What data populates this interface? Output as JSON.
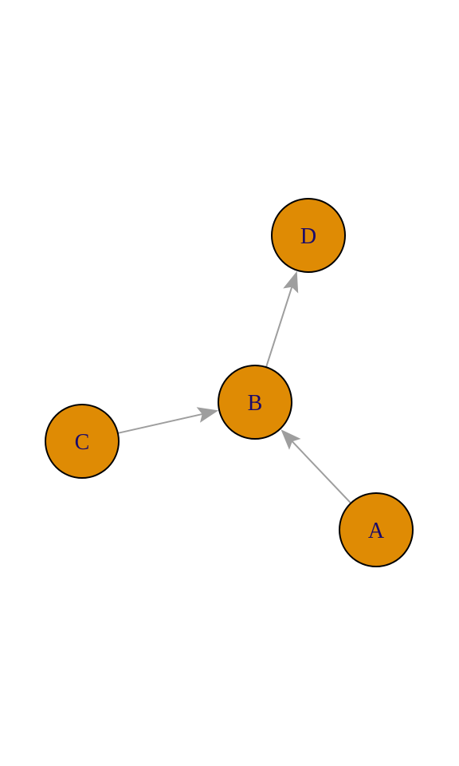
{
  "diagram": {
    "type": "directed-graph",
    "colors": {
      "node_fill": "#DF8B04",
      "node_stroke": "#000000",
      "label": "#1A0A6B",
      "edge": "#9E9E9E"
    },
    "nodes": [
      {
        "id": "A",
        "label": "A"
      },
      {
        "id": "B",
        "label": "B"
      },
      {
        "id": "C",
        "label": "C"
      },
      {
        "id": "D",
        "label": "D"
      }
    ],
    "edges": [
      {
        "from": "A",
        "to": "B"
      },
      {
        "from": "C",
        "to": "B"
      },
      {
        "from": "B",
        "to": "D"
      }
    ]
  }
}
